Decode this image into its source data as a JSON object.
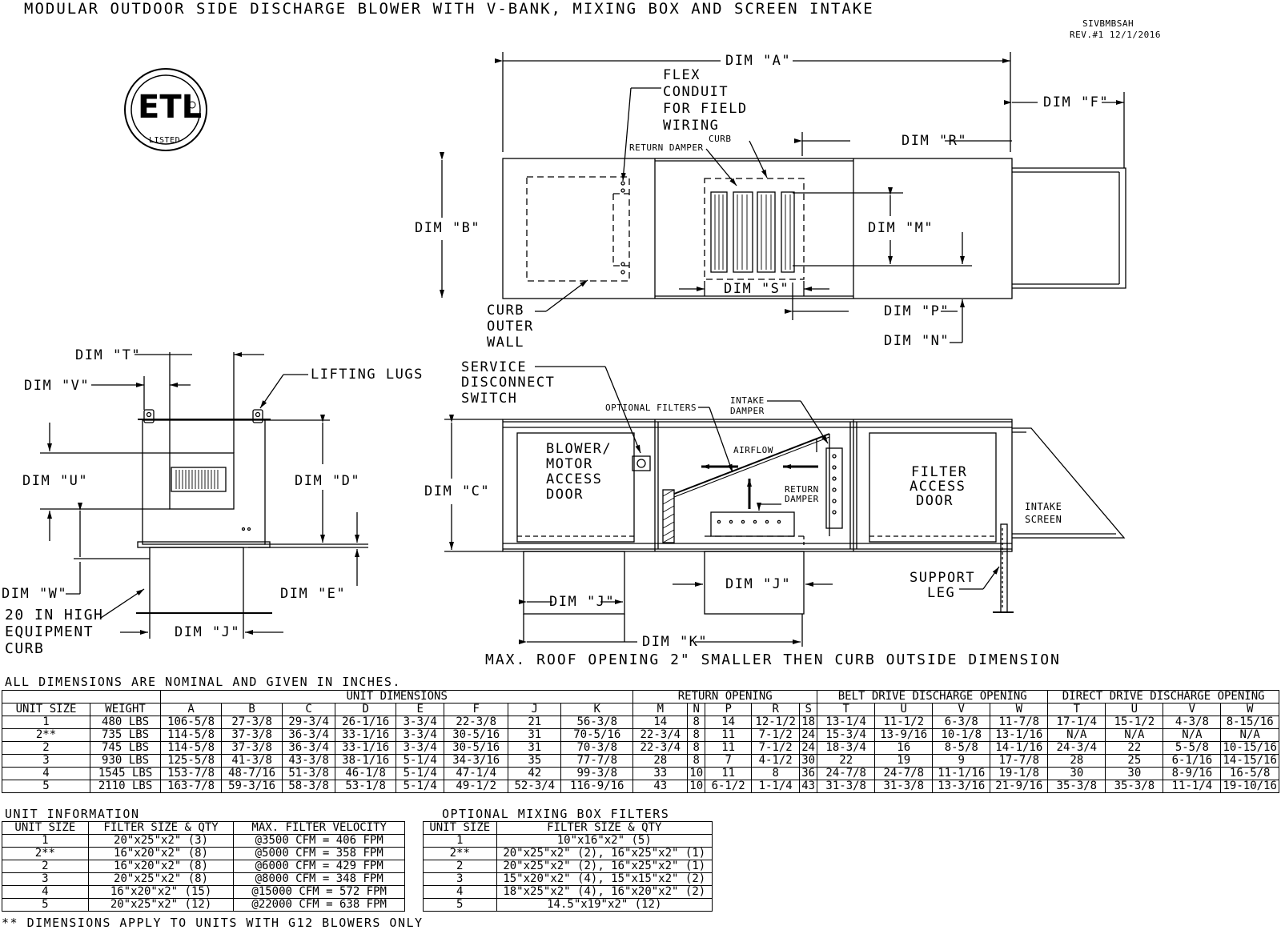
{
  "title": "MODULAR OUTDOOR SIDE DISCHARGE BLOWER WITH V-BANK, MIXING BOX AND SCREEN INTAKE",
  "drawing_id": "SIVBMBSAH",
  "revision": "REV.#1  12/1/2016",
  "etl_logo": {
    "text": "ETL",
    "sub": "LISTED"
  },
  "labels": {
    "dim_a": "DIM \"A\"",
    "dim_f": "DIM \"F\"",
    "dim_r": "DIM \"R\"",
    "dim_b": "DIM \"B\"",
    "dim_m": "DIM \"M\"",
    "dim_s": "DIM \"S\"",
    "dim_p": "DIM \"P\"",
    "dim_n": "DIM \"N\"",
    "flex_1": "FLEX",
    "flex_2": "CONDUIT",
    "flex_3": "FOR FIELD",
    "flex_4": "WIRING",
    "curb_top": "CURB",
    "return_damper_top": "RETURN DAMPER",
    "curb_outer_1": "CURB",
    "curb_outer_2": "OUTER",
    "curb_outer_3": "WALL",
    "dim_t": "DIM \"T\"",
    "dim_v": "DIM \"V\"",
    "lifting_lugs": "LIFTING LUGS",
    "dim_u": "DIM \"U\"",
    "dim_d": "DIM \"D\"",
    "dim_w": "DIM \"W\"",
    "dim_e": "DIM \"E\"",
    "curb_high_1": "20 IN HIGH",
    "curb_high_2": "EQUIPMENT",
    "curb_high_3": "CURB",
    "dim_j_side": "DIM \"J\"",
    "service_1": "SERVICE",
    "service_2": "DISCONNECT",
    "service_3": "SWITCH",
    "optional_filters": "OPTIONAL FILTERS",
    "intake_damper_1": "INTAKE",
    "intake_damper_2": "DAMPER",
    "airflow": "AIRFLOW",
    "return_damper_1": "RETURN",
    "return_damper_2": "DAMPER",
    "blower_1": "BLOWER/",
    "blower_2": "MOTOR",
    "blower_3": "ACCESS",
    "blower_4": "DOOR",
    "filter_1": "FILTER",
    "filter_2": "ACCESS",
    "filter_3": "DOOR",
    "intake_screen_1": "INTAKE",
    "intake_screen_2": "SCREEN",
    "dim_c": "DIM \"C\"",
    "dim_j_1": "DIM \"J\"",
    "dim_j_2": "DIM \"J\"",
    "support_1": "SUPPORT",
    "support_2": "LEG",
    "dim_k": "DIM \"K\"",
    "roof_note": "MAX. ROOF OPENING 2\" SMALLER THEN CURB OUTSIDE DIMENSION"
  },
  "dims_note": "ALL DIMENSIONS ARE NOMINAL AND GIVEN IN INCHES.",
  "main_table": {
    "groups": [
      "UNIT DIMENSIONS",
      "RETURN OPENING",
      "BELT DRIVE DISCHARGE OPENING",
      "DIRECT DRIVE DISCHARGE OPENING"
    ],
    "headers": [
      "UNIT SIZE",
      "WEIGHT",
      "A",
      "B",
      "C",
      "D",
      "E",
      "F",
      "J",
      "K",
      "M",
      "N",
      "P",
      "R",
      "S",
      "T",
      "U",
      "V",
      "W",
      "T",
      "U",
      "V",
      "W"
    ],
    "rows": [
      [
        "1",
        "480 LBS",
        "106-5/8",
        "27-3/8",
        "29-3/4",
        "26-1/16",
        "3-3/4",
        "22-3/8",
        "21",
        "56-3/8",
        "14",
        "8",
        "14",
        "12-1/2",
        "18",
        "13-1/4",
        "11-1/2",
        "6-3/8",
        "11-7/8",
        "17-1/4",
        "15-1/2",
        "4-3/8",
        "8-15/16"
      ],
      [
        "2**",
        "735 LBS",
        "114-5/8",
        "37-3/8",
        "36-3/4",
        "33-1/16",
        "3-3/4",
        "30-5/16",
        "31",
        "70-5/16",
        "22-3/4",
        "8",
        "11",
        "7-1/2",
        "24",
        "15-3/4",
        "13-9/16",
        "10-1/8",
        "13-1/16",
        "N/A",
        "N/A",
        "N/A",
        "N/A"
      ],
      [
        "2",
        "745 LBS",
        "114-5/8",
        "37-3/8",
        "36-3/4",
        "33-1/16",
        "3-3/4",
        "30-5/16",
        "31",
        "70-3/8",
        "22-3/4",
        "8",
        "11",
        "7-1/2",
        "24",
        "18-3/4",
        "16",
        "8-5/8",
        "14-1/16",
        "24-3/4",
        "22",
        "5-5/8",
        "10-15/16"
      ],
      [
        "3",
        "930 LBS",
        "125-5/8",
        "41-3/8",
        "43-3/8",
        "38-1/16",
        "5-1/4",
        "34-3/16",
        "35",
        "77-7/8",
        "28",
        "8",
        "7",
        "4-1/2",
        "30",
        "22",
        "19",
        "9",
        "17-7/8",
        "28",
        "25",
        "6-1/16",
        "14-15/16"
      ],
      [
        "4",
        "1545 LBS",
        "153-7/8",
        "48-7/16",
        "51-3/8",
        "46-1/8",
        "5-1/4",
        "47-1/4",
        "42",
        "99-3/8",
        "33",
        "10",
        "11",
        "8",
        "36",
        "24-7/8",
        "24-7/8",
        "11-1/16",
        "19-1/8",
        "30",
        "30",
        "8-9/16",
        "16-5/8"
      ],
      [
        "5",
        "2110 LBS",
        "163-7/8",
        "59-3/16",
        "58-3/8",
        "53-1/8",
        "5-1/4",
        "49-1/2",
        "52-3/4",
        "116-9/16",
        "43",
        "10",
        "6-1/2",
        "1-1/4",
        "43",
        "31-3/8",
        "31-3/8",
        "13-3/16",
        "21-9/16",
        "35-3/8",
        "35-3/8",
        "11-1/4",
        "19-10/16"
      ]
    ]
  },
  "unit_info": {
    "title": "UNIT INFORMATION",
    "headers": [
      "UNIT SIZE",
      "FILTER SIZE & QTY",
      "MAX. FILTER VELOCITY"
    ],
    "rows": [
      [
        "1",
        "20\"x25\"x2\" (3)",
        "@3500 CFM = 406 FPM"
      ],
      [
        "2**",
        "16\"x20\"x2\" (8)",
        "@5000 CFM = 358 FPM"
      ],
      [
        "2",
        "16\"x20\"x2\" (8)",
        "@6000 CFM = 429 FPM"
      ],
      [
        "3",
        "20\"x25\"x2\" (8)",
        "@8000 CFM = 348 FPM"
      ],
      [
        "4",
        "16\"x20\"x2\" (15)",
        "@15000 CFM = 572 FPM"
      ],
      [
        "5",
        "20\"x25\"x2\" (12)",
        "@22000 CFM = 638 FPM"
      ]
    ]
  },
  "mixing_box": {
    "title": "OPTIONAL MIXING BOX FILTERS",
    "headers": [
      "UNIT SIZE",
      "FILTER SIZE & QTY"
    ],
    "rows": [
      [
        "1",
        "10\"x16\"x2\" (5)"
      ],
      [
        "2**",
        "20\"x25\"x2\" (2), 16\"x25\"x2\" (1)"
      ],
      [
        "2",
        "20\"x25\"x2\" (2), 16\"x25\"x2\" (1)"
      ],
      [
        "3",
        "15\"x20\"x2\" (4), 15\"x15\"x2\" (2)"
      ],
      [
        "4",
        "18\"x25\"x2\" (4), 16\"x20\"x2\" (2)"
      ],
      [
        "5",
        "14.5\"x19\"x2\" (12)"
      ]
    ]
  },
  "footnote": "** DIMENSIONS APPLY TO UNITS WITH G12 BLOWERS ONLY"
}
